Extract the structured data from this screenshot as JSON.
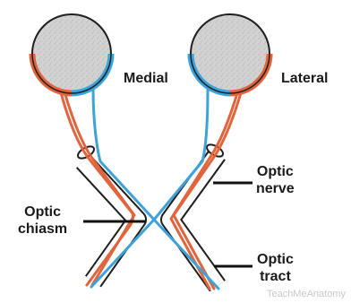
{
  "labels": {
    "medial": "Medial",
    "lateral": "Lateral",
    "optic_nerve": [
      "Optic",
      "nerve"
    ],
    "optic_chiasm": [
      "Optic",
      "chiasm"
    ],
    "optic_tract": [
      "Optic",
      "tract"
    ]
  },
  "watermark": "TeachMeAnatomy",
  "colors": {
    "lateral_fibres": "#e0643c",
    "medial_fibres": "#3da2d8",
    "eyeball": "#cfcfcf",
    "outline": "#222222"
  }
}
